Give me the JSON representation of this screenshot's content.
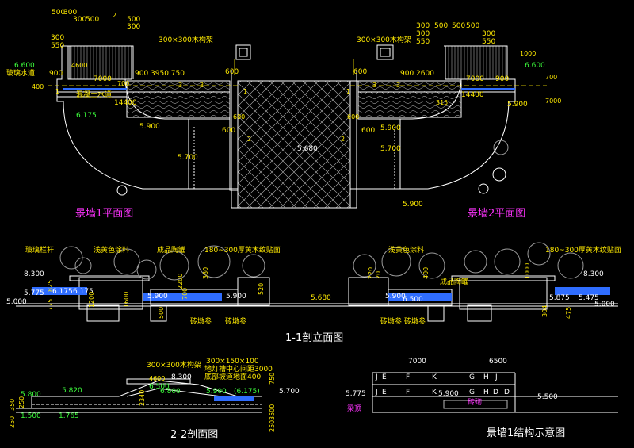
{
  "plan_titles": {
    "wall1": "景墙1平面图",
    "wall2": "景墙2平面图"
  },
  "section_titles": {
    "elev_11": "1-1剖立面图",
    "sec_22": "2-2剖面图",
    "structure": "景墙1结构示意图"
  },
  "plan_labels": {
    "pergola_left": "300×300木构架",
    "pergola_right": "300×300木构架",
    "glass_channel": "玻璃水道",
    "concrete_channel": "混凝土水道",
    "elev_6600_l": "6.600",
    "elev_6600_r": "6.600",
    "elev_6175": "6.175",
    "elev_5900_a": "5.900",
    "elev_5900_b": "5.900",
    "elev_5900_c": "5.900",
    "elev_5900_d": "5.900",
    "elev_5700_a": "5.700",
    "elev_5700_b": "5.700",
    "elev_5680": "5.680",
    "dim_14400_l": "14400",
    "dim_14400_r": "14400",
    "dim_7000_l": "7000",
    "dim_7000_r": "7000",
    "dim_900_l": "900",
    "dim_900_r": "900",
    "dim_row_l": "900 3950 750",
    "dim_row_r": "900 2600",
    "dim_600_a": "600",
    "dim_600_b": "600",
    "dim_600_c": "600",
    "dim_600_d": "600",
    "dim_600_e": "600",
    "dim_600_f": "600",
    "dim_600_g": "600",
    "dim_4600": "4600",
    "dim_400": "400",
    "dim_700": "700",
    "dim_315": "315",
    "dim_1000": "1000",
    "dim_7000_v": "7000",
    "dim_700_v": "700",
    "top_dims_l": [
      "500",
      "300",
      "300",
      "500",
      "500",
      "300",
      "300",
      "550"
    ],
    "top_dims_l2": [
      "300",
      "550"
    ],
    "top_dims_r": [
      "300",
      "500",
      "500",
      "500",
      "300",
      "550",
      "300",
      "550"
    ],
    "marks": [
      "2",
      "3",
      "3",
      "1",
      "1",
      "2",
      "2",
      "3",
      "3",
      "1"
    ]
  },
  "elevation_labels": {
    "glass_rail": "玻璃栏杆",
    "paint_l": "浅黄色涂料",
    "pot_l": "成品陶罐",
    "veneer_l": "180~300厚黄木纹贴面",
    "paint_r": "浅黄色涂料",
    "pot_r": "成品陶罐",
    "veneer_r": "180~300厚黄木纹贴面",
    "pier_l1": "砖墩参",
    "pier_l2": "砖墩参",
    "pier_r1": "砖墩参",
    "pier_r2": "砖墩参",
    "e8300_l": "8.300",
    "e5775_l": "5.775",
    "e5000_l": "5.000",
    "e6175": "6.175",
    "e6175b": "6.175",
    "e5900_l": "5.900",
    "e5900_m": "5.900",
    "e5680": "5.680",
    "e5900_r": "5.900",
    "e6500": "6.500",
    "e8300_r": "8.300",
    "e5875": "5.875",
    "e5475": "5.475",
    "e5000_r": "5.000",
    "v_2200": "2200",
    "v_380": "380",
    "v_1200": "1200",
    "v_1600": "1600",
    "v_500": "500",
    "v_700": "700",
    "v_520": "520",
    "v_220": "220",
    "v_20": "20",
    "v_400": "400",
    "v_1000": "1000",
    "v_304": "304",
    "v_475": "475",
    "v_825": "825",
    "v_775": "775"
  },
  "section22_labels": {
    "pergola": "300×300木构架",
    "lamp": "300×150×100",
    "lamp2": "地灯槽中心间距3000",
    "ramp": "底部坡道地面400",
    "e5820": "5.820",
    "e5800": "5.800",
    "e4600": "4600",
    "e6500": "6.500",
    "e6800": "6.800",
    "e8300": "8.300",
    "e5900": "5.900",
    "e6175": "(6.175)",
    "e5700": "5.700",
    "e1765": "1.765",
    "e1500": "1.500",
    "v_250a": "250",
    "v_350": "350",
    "v_250b": "250",
    "v_2340": "2340",
    "v_3500": "3500",
    "v_250c": "250",
    "v_750": "750"
  },
  "structure_labels": {
    "d7000": "7000",
    "d6500": "6500",
    "letters_top": [
      "J",
      "E",
      "F",
      "K",
      "G",
      "H",
      "J"
    ],
    "letters_bot": [
      "J",
      "E",
      "F",
      "K",
      "G",
      "H",
      "D",
      "D"
    ],
    "e5775": "5.775",
    "e5900": "5.900",
    "e5500": "5.500",
    "beam": "梁顶",
    "brick": "砖砌"
  },
  "colors": {
    "line": "#ffffff",
    "dimension": "#ffea00",
    "elevation": "#3cff3c",
    "title": "#ff33ff",
    "water": "#2f6dff"
  }
}
